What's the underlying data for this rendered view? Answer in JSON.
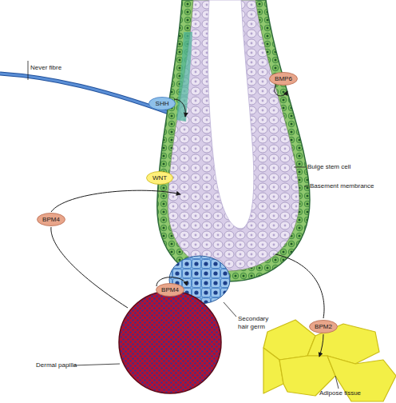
{
  "diagram": {
    "nodes": [
      {
        "text": [
          "BMP6"
        ]
      },
      {
        "text": [
          "SHH"
        ]
      },
      {
        "text": [
          "WNT"
        ]
      },
      {
        "text": [
          "BPM4"
        ]
      },
      {
        "text": [
          "BPM4"
        ]
      },
      {
        "text": [
          "BPM2"
        ]
      }
    ],
    "labels": [
      "Never fibre",
      "Bulge stem cell",
      "Basement membrance",
      "Secondary hair germ",
      "Dermal papilla",
      "Adipose tissue"
    ]
  }
}
